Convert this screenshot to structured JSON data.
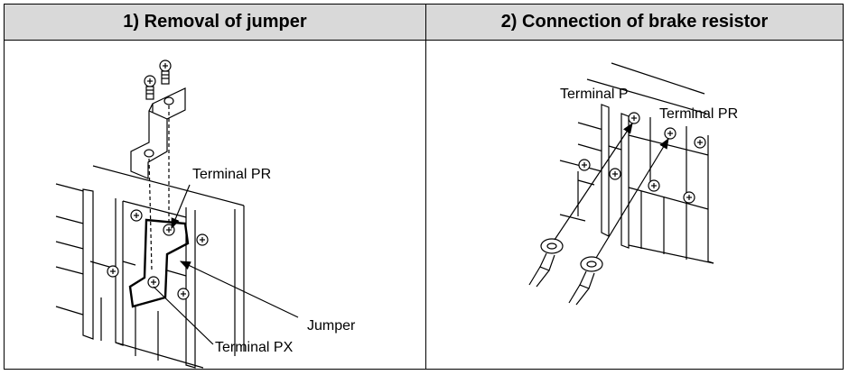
{
  "panels": {
    "left": {
      "title": "1) Removal of jumper",
      "labels": {
        "terminal_pr": "Terminal PR",
        "jumper": "Jumper",
        "terminal_px": "Terminal PX"
      }
    },
    "right": {
      "title": "2) Connection of brake resistor",
      "labels": {
        "terminal_p": "Terminal P",
        "terminal_pr": "Terminal PR"
      }
    }
  },
  "colors": {
    "header_bg": "#d9d9d9",
    "line": "#000000"
  }
}
